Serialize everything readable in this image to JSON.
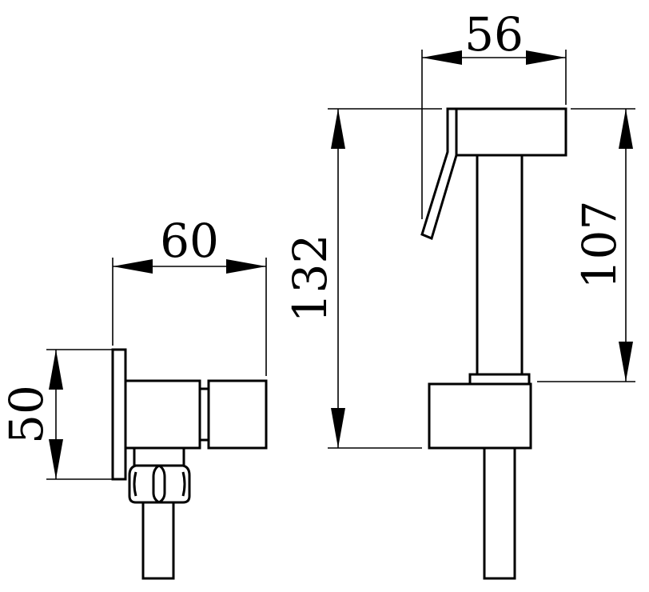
{
  "dimensions": {
    "valve_width": "60",
    "valve_height": "50",
    "sprayer_head_width": "56",
    "total_height": "132",
    "holder_height": "107"
  }
}
